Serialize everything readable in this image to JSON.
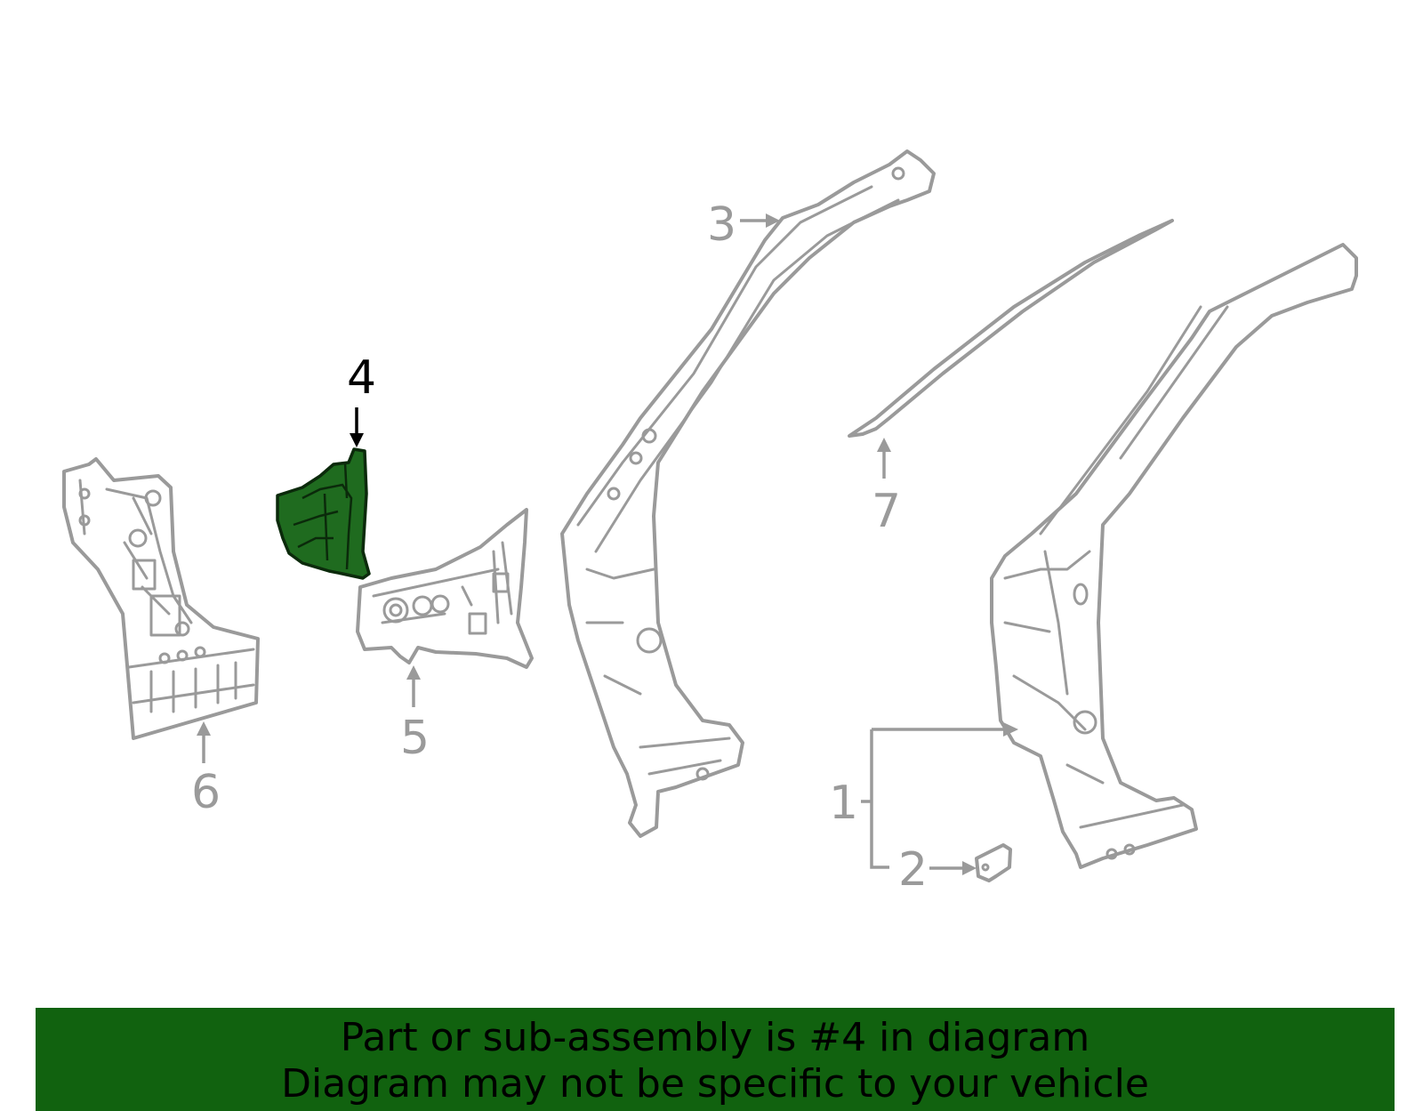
{
  "colors": {
    "banner_background": "#11620f",
    "highlight_part": "#1f6b1f",
    "part_outline": "#9a9a9a"
  },
  "diagram": {
    "highlighted_callout": "4",
    "callouts": [
      {
        "id": "1",
        "label": "1"
      },
      {
        "id": "2",
        "label": "2"
      },
      {
        "id": "3",
        "label": "3"
      },
      {
        "id": "4",
        "label": "4"
      },
      {
        "id": "5",
        "label": "5"
      },
      {
        "id": "6",
        "label": "6"
      },
      {
        "id": "7",
        "label": "7"
      }
    ]
  },
  "banner": {
    "line1": "Part or sub-assembly is #4 in diagram",
    "line2": "Diagram may not be specific to your vehicle"
  }
}
